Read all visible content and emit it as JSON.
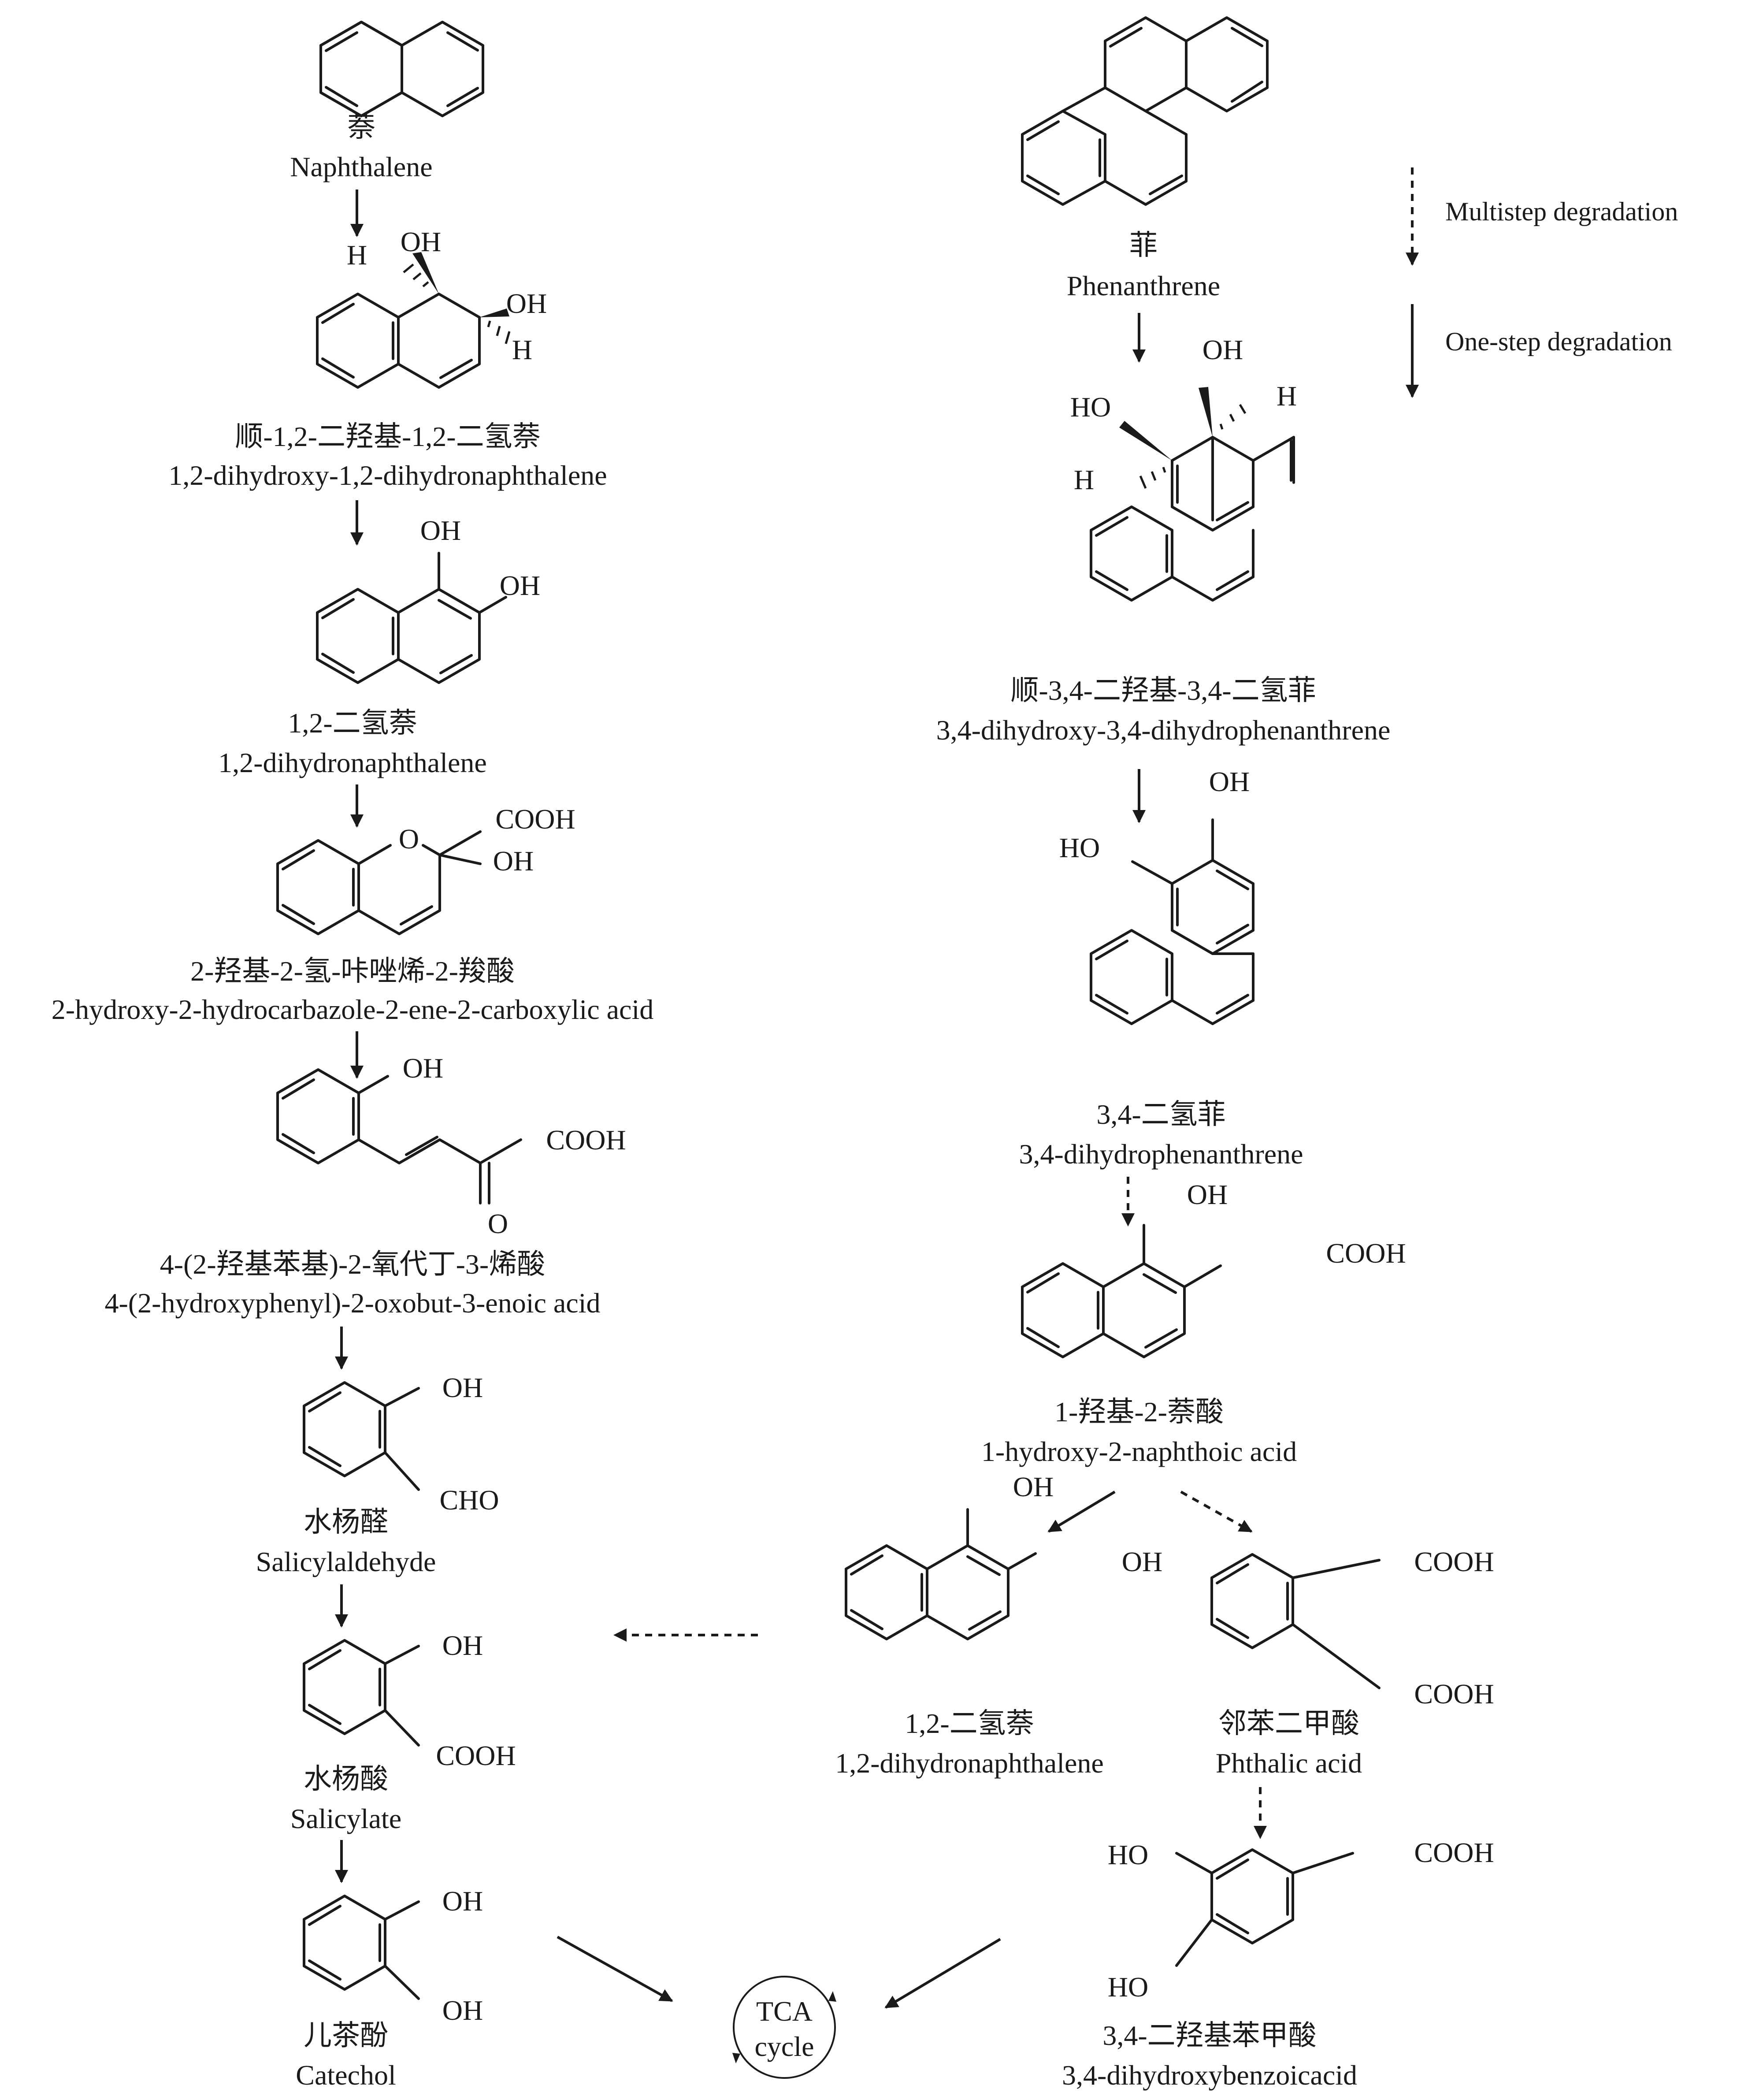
{
  "naphthalene_pathway": {
    "naphthalene": {
      "cn": "萘",
      "en": "Naphthalene"
    },
    "dihydroxy_dihydro": {
      "cn": "顺-1,2-二羟基-1,2-二氢萘",
      "en": "1,2-dihydroxy-1,2-dihydronaphthalene",
      "substituents": [
        "H",
        "OH",
        "OH",
        "H"
      ]
    },
    "dihydronaphthalene": {
      "cn": "1,2-二氢萘",
      "en": "1,2-dihydronaphthalene",
      "substituents": [
        "OH",
        "OH"
      ]
    },
    "carbazole_acid": {
      "cn": "2-羟基-2-氢-咔唑烯-2-羧酸",
      "en": "2-hydroxy-2-hydrocarbazole-2-ene-2-carboxylic acid",
      "substituents": [
        "O",
        "COOH",
        "OH"
      ]
    },
    "oxobutenoic": {
      "cn": "4-(2-羟基苯基)-2-氧代丁-3-烯酸",
      "en": "4-(2-hydroxyphenyl)-2-oxobut-3-enoic acid",
      "substituents": [
        "OH",
        "COOH",
        "O"
      ]
    },
    "salicylaldehyde": {
      "cn": "水杨醛",
      "en": "Salicylaldehyde",
      "substituents": [
        "OH",
        "CHO"
      ]
    },
    "salicylate": {
      "cn": "水杨酸",
      "en": "Salicylate",
      "substituents": [
        "OH",
        "COOH"
      ]
    },
    "catechol": {
      "cn": "儿茶酚",
      "en": "Catechol",
      "substituents": [
        "OH",
        "OH"
      ]
    }
  },
  "phenanthrene_pathway": {
    "phenanthrene": {
      "cn": "菲",
      "en": "Phenanthrene"
    },
    "dihydroxy_dihydro": {
      "cn": "顺-3,4-二羟基-3,4-二氢菲",
      "en": "3,4-dihydroxy-3,4-dihydrophenanthrene",
      "substituents": [
        "OH",
        "HO",
        "H",
        "H"
      ]
    },
    "dihydrophenanthrene": {
      "cn": "3,4-二氢菲",
      "en": "3,4-dihydrophenanthrene",
      "substituents": [
        "OH",
        "HO"
      ]
    },
    "hydroxynaphthoic": {
      "cn": "1-羟基-2-萘酸",
      "en": "1-hydroxy-2-naphthoic acid",
      "substituents": [
        "OH",
        "COOH"
      ]
    },
    "dihydronaphthalene": {
      "cn": "1,2-二氢萘",
      "en": "1,2-dihydronaphthalene",
      "substituents": [
        "OH",
        "OH"
      ]
    },
    "phthalic": {
      "cn": "邻苯二甲酸",
      "en": "Phthalic acid",
      "substituents": [
        "COOH",
        "COOH"
      ]
    },
    "dihydroxybenzoic": {
      "cn": "3,4-二羟基苯甲酸",
      "en": "3,4-dihydroxybenzoicacid",
      "substituents": [
        "HO",
        "COOH",
        "HO"
      ]
    }
  },
  "legend": {
    "multistep": "Multistep degradation",
    "onestep": "One-step degradation"
  },
  "tca": {
    "line1": "TCA",
    "line2": "cycle"
  }
}
